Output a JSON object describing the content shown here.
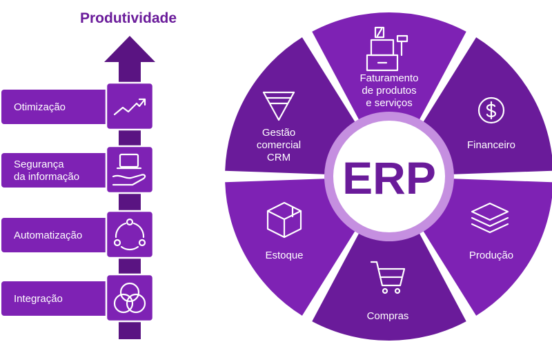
{
  "colors": {
    "primary": "#6a1b9a",
    "segment": "#7e22b4",
    "dark": "#5a1482",
    "ring": "#c58fe0",
    "center": "#ffffff",
    "center_text": "#6a1b9a",
    "title": "#6a1b9a"
  },
  "productivity": {
    "title": "Produtividade",
    "items": [
      {
        "label_lines": [
          "Otimização"
        ],
        "icon": "trending-up-icon"
      },
      {
        "label_lines": [
          "Segurança",
          "da informação"
        ],
        "icon": "laptop-hand-icon"
      },
      {
        "label_lines": [
          "Automatização"
        ],
        "icon": "cycle-icon"
      },
      {
        "label_lines": [
          "Integração"
        ],
        "icon": "venn-circles-icon"
      }
    ]
  },
  "erp": {
    "center_label": "ERP",
    "segments": [
      {
        "label_lines": [
          "Faturamento",
          "de produtos",
          "e serviços"
        ],
        "icon": "cash-register-icon"
      },
      {
        "label_lines": [
          "Financeiro"
        ],
        "icon": "dollar-coin-icon"
      },
      {
        "label_lines": [
          "Produção"
        ],
        "icon": "layers-icon"
      },
      {
        "label_lines": [
          "Compras"
        ],
        "icon": "shopping-cart-icon"
      },
      {
        "label_lines": [
          "Estoque"
        ],
        "icon": "box-icon"
      },
      {
        "label_lines": [
          "Gestão",
          "comercial",
          "CRM"
        ],
        "icon": "funnel-icon"
      }
    ]
  }
}
